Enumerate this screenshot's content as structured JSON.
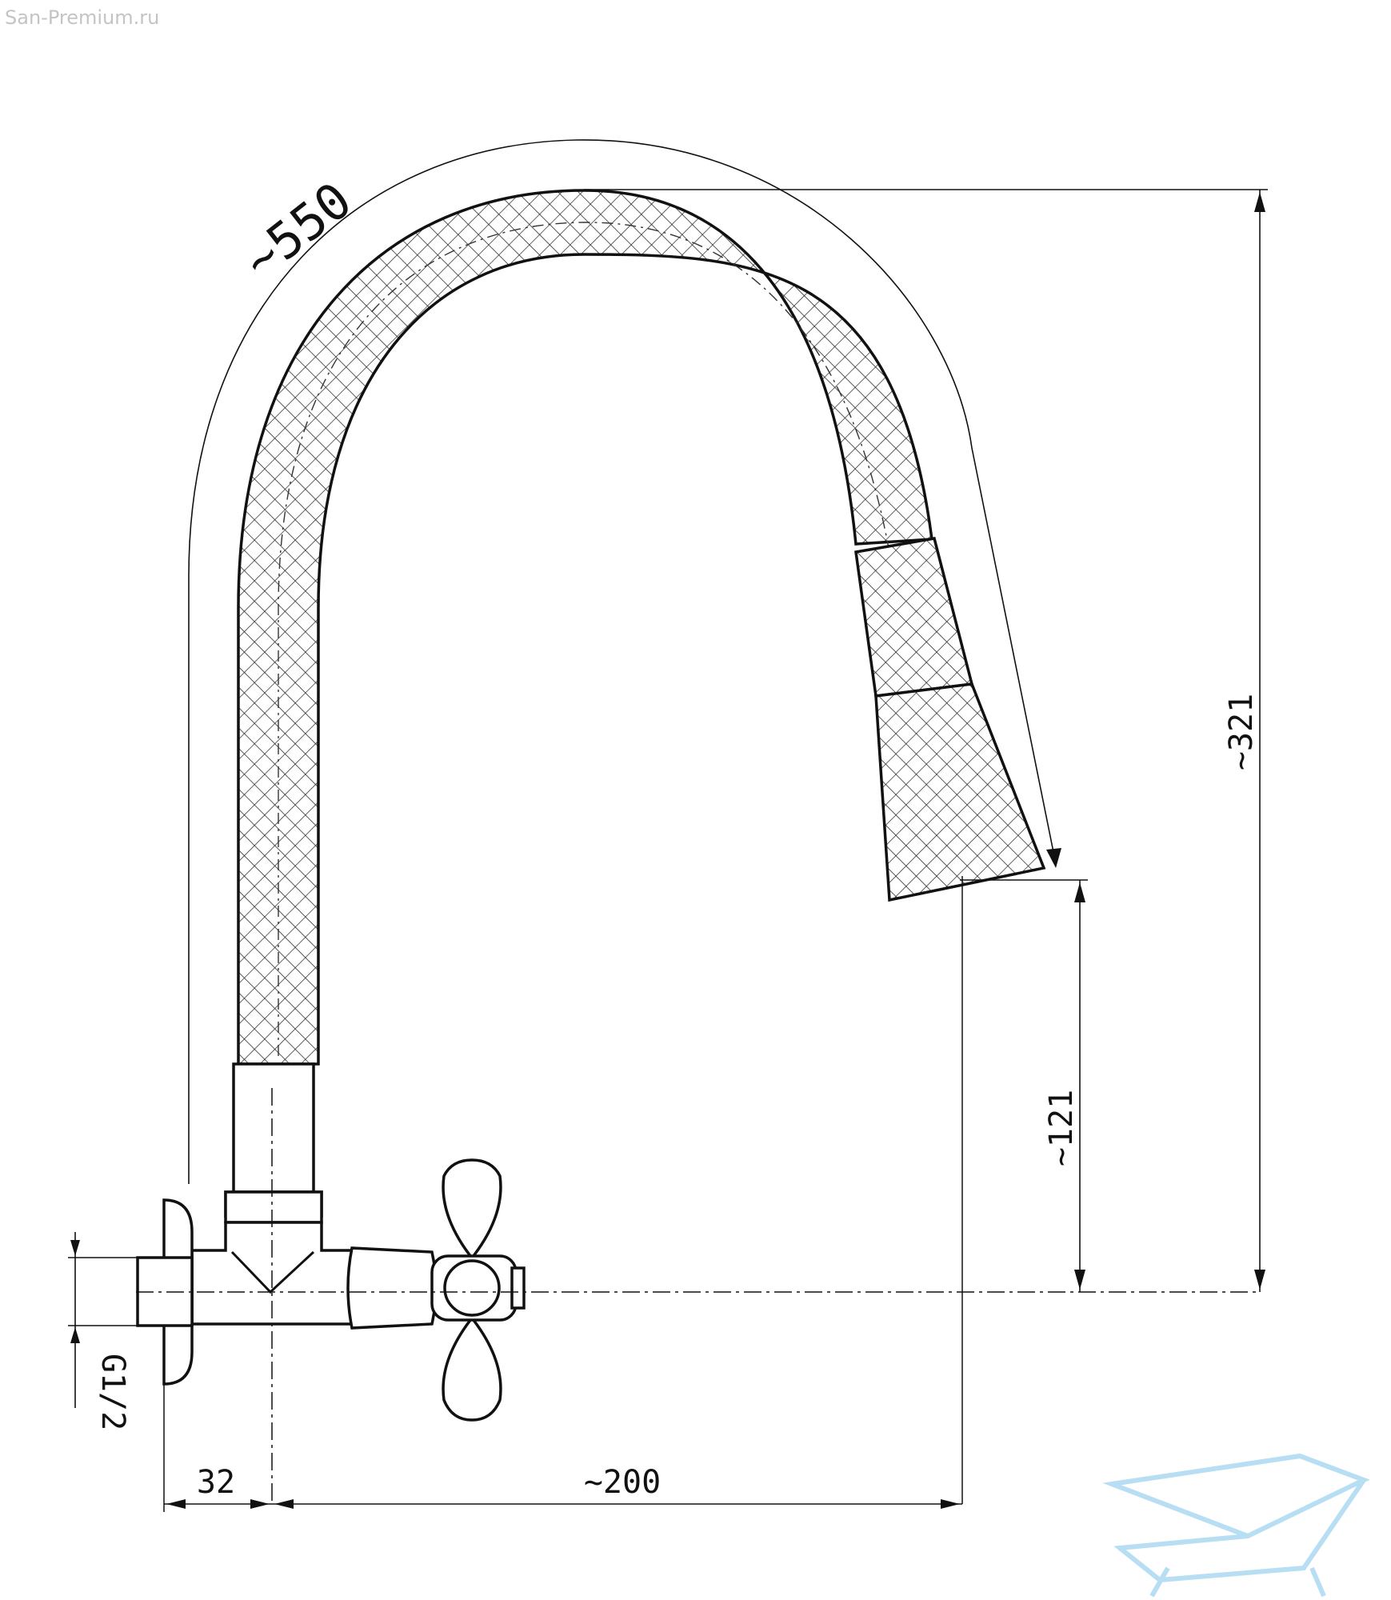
{
  "watermark": "San-Premium.ru",
  "dimensions": {
    "hose_length": "~550",
    "total_height": "~321",
    "spout_height": "~121",
    "thread": "G1/2",
    "wall_offset": "32",
    "reach": "~200"
  },
  "colors": {
    "line": "#111111",
    "logo": "#9fd3ee"
  }
}
